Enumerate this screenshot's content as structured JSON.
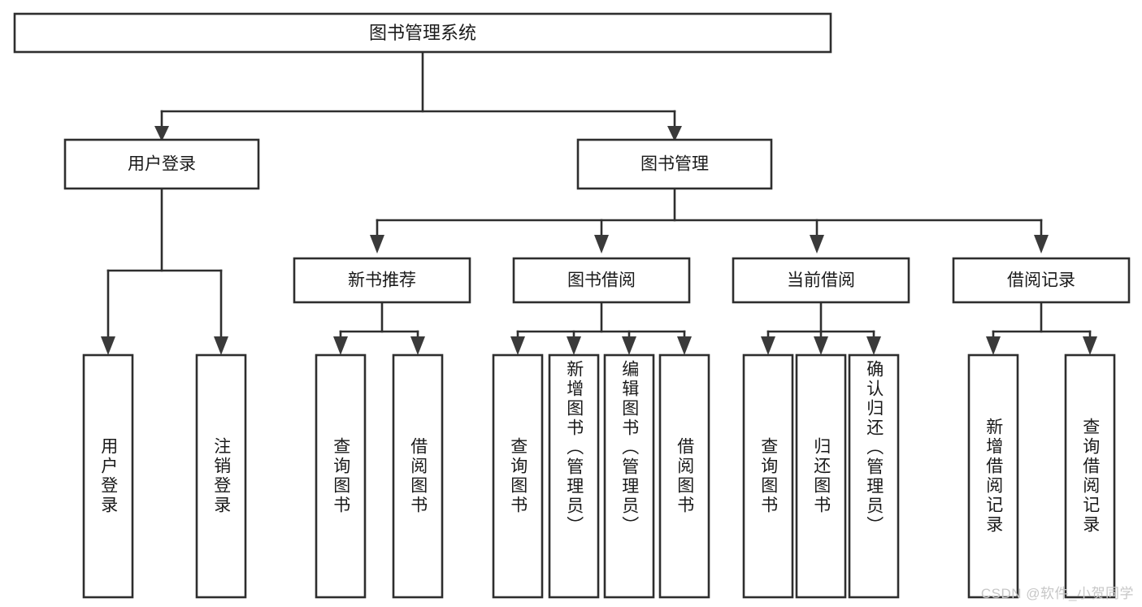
{
  "diagram": {
    "type": "hierarchy-tree",
    "title": "图书管理系统",
    "watermark": "CSDN @软件_小贺同学",
    "colors": {
      "stroke": "#2e2e2e",
      "fill": "#ffffff",
      "text": "#1a1a1a",
      "watermark": "#c7c7c7",
      "background": "#ffffff"
    },
    "root": {
      "label": "图书管理系统"
    },
    "level2": [
      {
        "label": "用户登录"
      },
      {
        "label": "图书管理"
      }
    ],
    "level3": [
      {
        "label": "新书推荐"
      },
      {
        "label": "图书借阅"
      },
      {
        "label": "当前借阅"
      },
      {
        "label": "借阅记录"
      }
    ],
    "leaves": {
      "user_login": [
        {
          "label": "用户登录"
        },
        {
          "label": "注销登录"
        }
      ],
      "new_book_recommend": [
        {
          "label": "查询图书"
        },
        {
          "label": "借阅图书"
        }
      ],
      "book_borrow": [
        {
          "label": "查询图书"
        },
        {
          "label": "新增图书（管理员）"
        },
        {
          "label": "编辑图书（管理员）"
        },
        {
          "label": "借阅图书"
        }
      ],
      "current_borrow": [
        {
          "label": "查询图书"
        },
        {
          "label": "归还图书"
        },
        {
          "label": "确认归还（管理员）"
        }
      ],
      "borrow_record": [
        {
          "label": "新增借阅记录"
        },
        {
          "label": "查询借阅记录"
        }
      ]
    }
  }
}
